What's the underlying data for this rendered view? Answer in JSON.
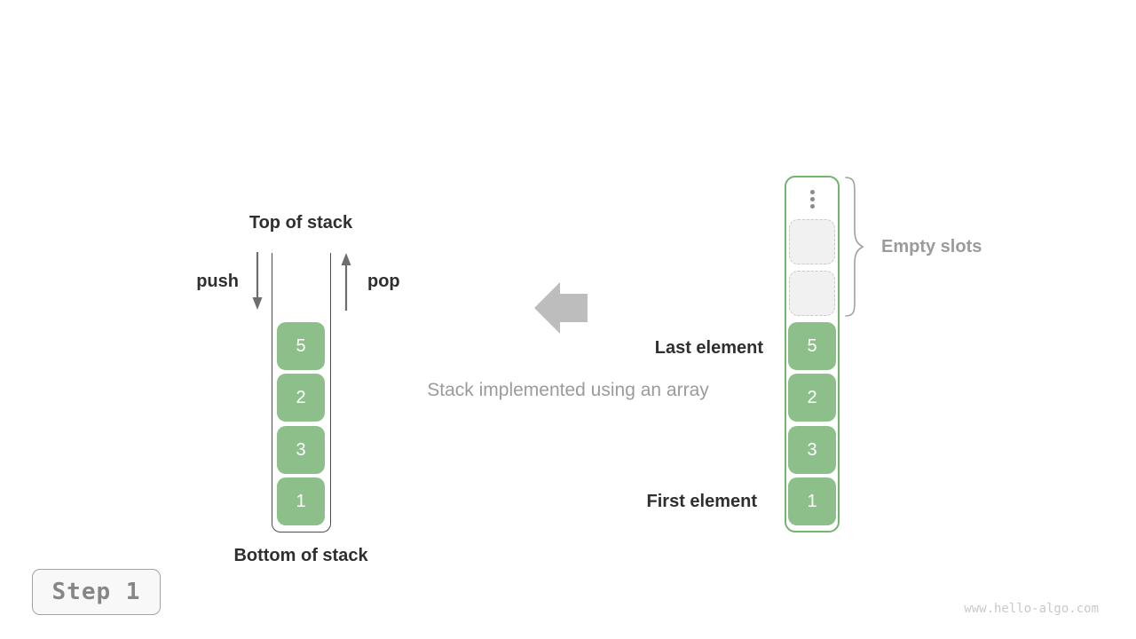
{
  "left_stack": {
    "title": "Top of stack",
    "bottom_label": "Bottom of stack",
    "push_label": "push",
    "pop_label": "pop",
    "values": [
      "5",
      "2",
      "3",
      "1"
    ]
  },
  "middle": {
    "caption": "Stack implemented using an array",
    "arrow_icon": "left-block-arrow"
  },
  "array_stack": {
    "values": [
      "5",
      "2",
      "3",
      "1"
    ],
    "empty_slot_count": 2,
    "ellipsis_icon": "vertical-ellipsis",
    "empty_slots_label": "Empty slots",
    "last_element_label": "Last element",
    "first_element_label": "First element"
  },
  "footer": {
    "step_label": "Step 1",
    "watermark": "www.hello-algo.com"
  },
  "colors": {
    "cell_green": "#8dbf8a",
    "container_border_green": "#74b370",
    "dark_text": "#2f2f2f",
    "muted_text": "#9b9b9b",
    "arrow_gray": "#bdbdbd",
    "push_pop_arrow_gray": "#6e6e6e"
  }
}
